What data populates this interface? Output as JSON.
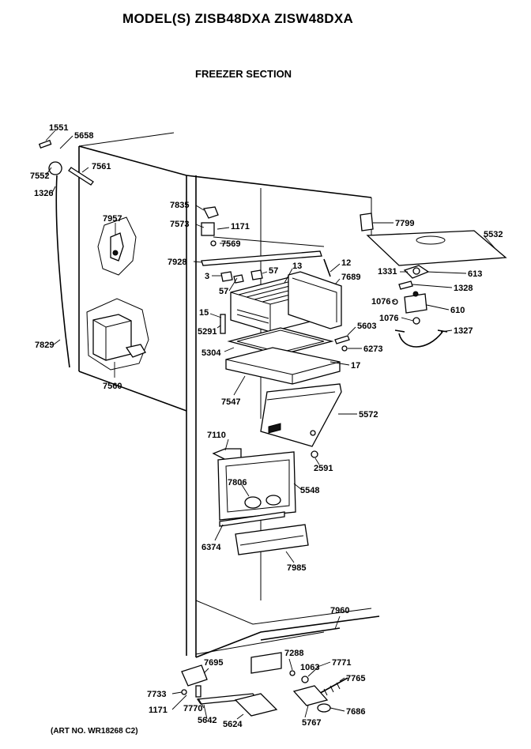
{
  "header": {
    "title": "MODEL(S) ZISB48DXA  ZISW48DXA",
    "subtitle": "FREEZER SECTION"
  },
  "footer": {
    "art_number": "(ART NO. WR18268 C2)"
  },
  "labels": {
    "p1551": "1551",
    "p5658": "5658",
    "p7552": "7552",
    "p7561": "7561",
    "p1326": "1326",
    "p7957": "7957",
    "p7829": "7829",
    "p7560": "7560",
    "p7835": "7835",
    "p7573": "7573",
    "p1171a": "1171",
    "p7569": "7569",
    "p7928": "7928",
    "p3": "3",
    "p57a": "57",
    "p13": "13",
    "p12": "12",
    "p7689": "7689",
    "p57b": "57",
    "p15": "15",
    "p5291": "5291",
    "p5603": "5603",
    "p6273": "6273",
    "p5304": "5304",
    "p17": "17",
    "p7547": "7547",
    "p5572": "5572",
    "p7110": "7110",
    "p2591": "2591",
    "p7806": "7806",
    "p5548": "5548",
    "p6374": "6374",
    "p7985": "7985",
    "p7799": "7799",
    "p5532": "5532",
    "p1331": "1331",
    "p613": "613",
    "p1328": "1328",
    "p1076a": "1076",
    "p610": "610",
    "p1076b": "1076",
    "p1327": "1327",
    "p7960": "7960",
    "p7695": "7695",
    "p7288": "7288",
    "p1063": "1063",
    "p7771": "7771",
    "p7765": "7765",
    "p7733": "7733",
    "p1171b": "1171",
    "p7770": "7770",
    "p5642": "5642",
    "p5624": "5624",
    "p5767": "5767",
    "p7686": "7686"
  }
}
